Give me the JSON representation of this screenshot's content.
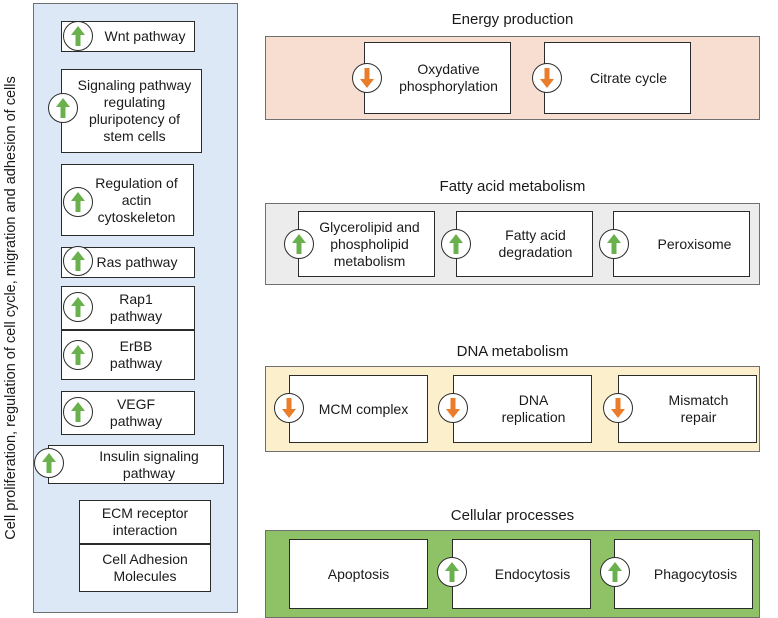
{
  "colors": {
    "up_arrow": "#6ab04c",
    "down_arrow": "#e97d2b",
    "left_panel_bg": "#dce8f5",
    "energy_bg": "#f8ded0",
    "fatty_bg": "#ececec",
    "dna_bg": "#fcefcc",
    "cellular_bg": "#8fc166"
  },
  "left_panel": {
    "label": "Cell proliferation, regulation of cell cycle, migration and adhesion of cells",
    "items": [
      {
        "text": "Wnt pathway",
        "trend": "up"
      },
      {
        "text": "Signaling pathway regulating pluripotency of stem cells",
        "trend": "up"
      },
      {
        "text": "Regulation of actin cytoskeleton",
        "trend": "up"
      },
      {
        "text": "Ras pathway",
        "trend": "up"
      },
      {
        "text": "Rap1 pathway",
        "trend": "up"
      },
      {
        "text": "ErBB pathway",
        "trend": "up"
      },
      {
        "text": "VEGF pathway",
        "trend": "up"
      },
      {
        "text": "Insulin signaling pathway",
        "trend": "up"
      },
      {
        "text": "ECM receptor interaction",
        "trend": "none"
      },
      {
        "text": "Cell Adhesion Molecules",
        "trend": "none"
      }
    ]
  },
  "groups": [
    {
      "title": "Energy production",
      "items": [
        {
          "text": "Oxydative phosphorylation",
          "trend": "down"
        },
        {
          "text": "Citrate cycle",
          "trend": "down"
        }
      ]
    },
    {
      "title": "Fatty acid metabolism",
      "items": [
        {
          "text": "Glycerolipid and phospholipid metabolism",
          "trend": "up"
        },
        {
          "text": "Fatty acid degradation",
          "trend": "up"
        },
        {
          "text": "Peroxisome",
          "trend": "up"
        }
      ]
    },
    {
      "title": "DNA metabolism",
      "items": [
        {
          "text": "MCM complex",
          "trend": "down"
        },
        {
          "text": "DNA replication",
          "trend": "down"
        },
        {
          "text": "Mismatch repair",
          "trend": "down"
        }
      ]
    },
    {
      "title": "Cellular processes",
      "items": [
        {
          "text": "Apoptosis",
          "trend": "none"
        },
        {
          "text": "Endocytosis",
          "trend": "up"
        },
        {
          "text": "Phagocytosis",
          "trend": "up"
        }
      ]
    }
  ]
}
